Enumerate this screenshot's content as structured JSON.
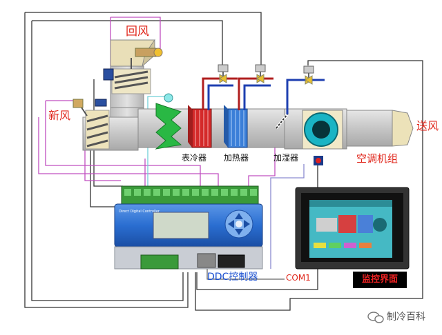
{
  "labels": {
    "return_air": "回风",
    "fresh_air": "新风",
    "supply_air": "送风",
    "cooling_coil": "表冷器",
    "heating_coil": "加热器",
    "humidifier": "加湿器",
    "ahu": "空调机组",
    "ddc_controller": "DDC控制器",
    "com_port": "COM1",
    "monitor_interface": "监控界面",
    "watermark": "制冷百科"
  },
  "controller": {
    "brand_text": "Direct Digital Controller"
  },
  "colors": {
    "label_red": "#e0261b",
    "label_blue": "#1a4fd0",
    "cooling_coil": "#d42a2a",
    "heating_coil": "#3b7fd8",
    "controller_body": "#2a6ed1",
    "terminal_green": "#3a9a3a",
    "wire_purple": "#c04fc0",
    "wire_dark": "#333333",
    "pipe_red": "#b01e1e",
    "pipe_blue": "#1e3fb0",
    "duct_grey": "#c9c9c9",
    "screen_bg": "#45b9c4"
  },
  "icons": [
    "valve-icon",
    "damper-icon",
    "sensor-icon",
    "fan-icon",
    "wechat-icon"
  ]
}
